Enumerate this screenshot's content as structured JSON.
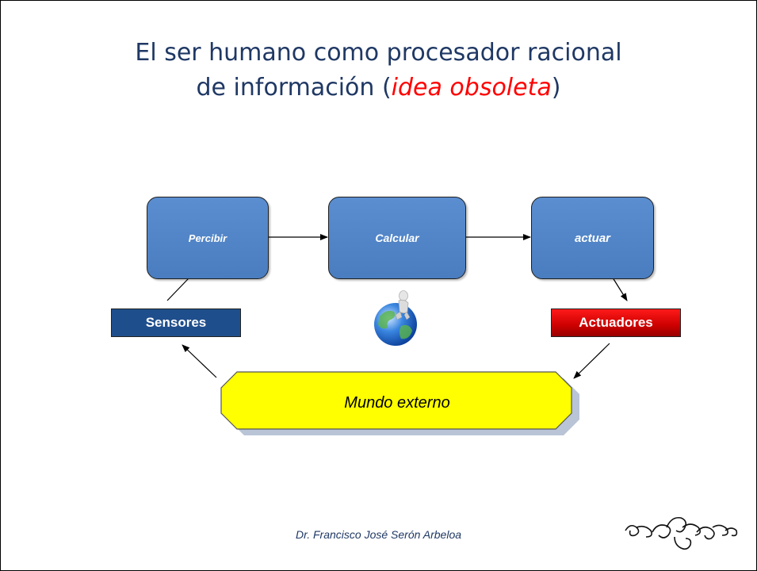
{
  "slide": {
    "title_line1": "El ser humano como procesador racional",
    "title_line2_prefix": "de información (",
    "title_emph": "idea obsoleta",
    "title_line2_suffix": ")",
    "footer": "Dr. Francisco José Serón Arbeloa"
  },
  "diagram": {
    "nodes": {
      "percibir": "Percibir",
      "calcular": "Calcular",
      "actuar": "actuar",
      "sensores": "Sensores",
      "actuadores": "Actuadores",
      "mundo_externo": "Mundo externo"
    },
    "icons": {
      "thinker_on_globe": "thinker-on-globe-icon",
      "ornament": "ornament-flourish-icon"
    },
    "colors": {
      "title": "#1f3864",
      "emphasis": "#ff0000",
      "process_box": "#4f81bd",
      "sensores": "#1f4e8c",
      "actuadores": "#cc0000",
      "mundo_externo": "#ffff00"
    }
  }
}
